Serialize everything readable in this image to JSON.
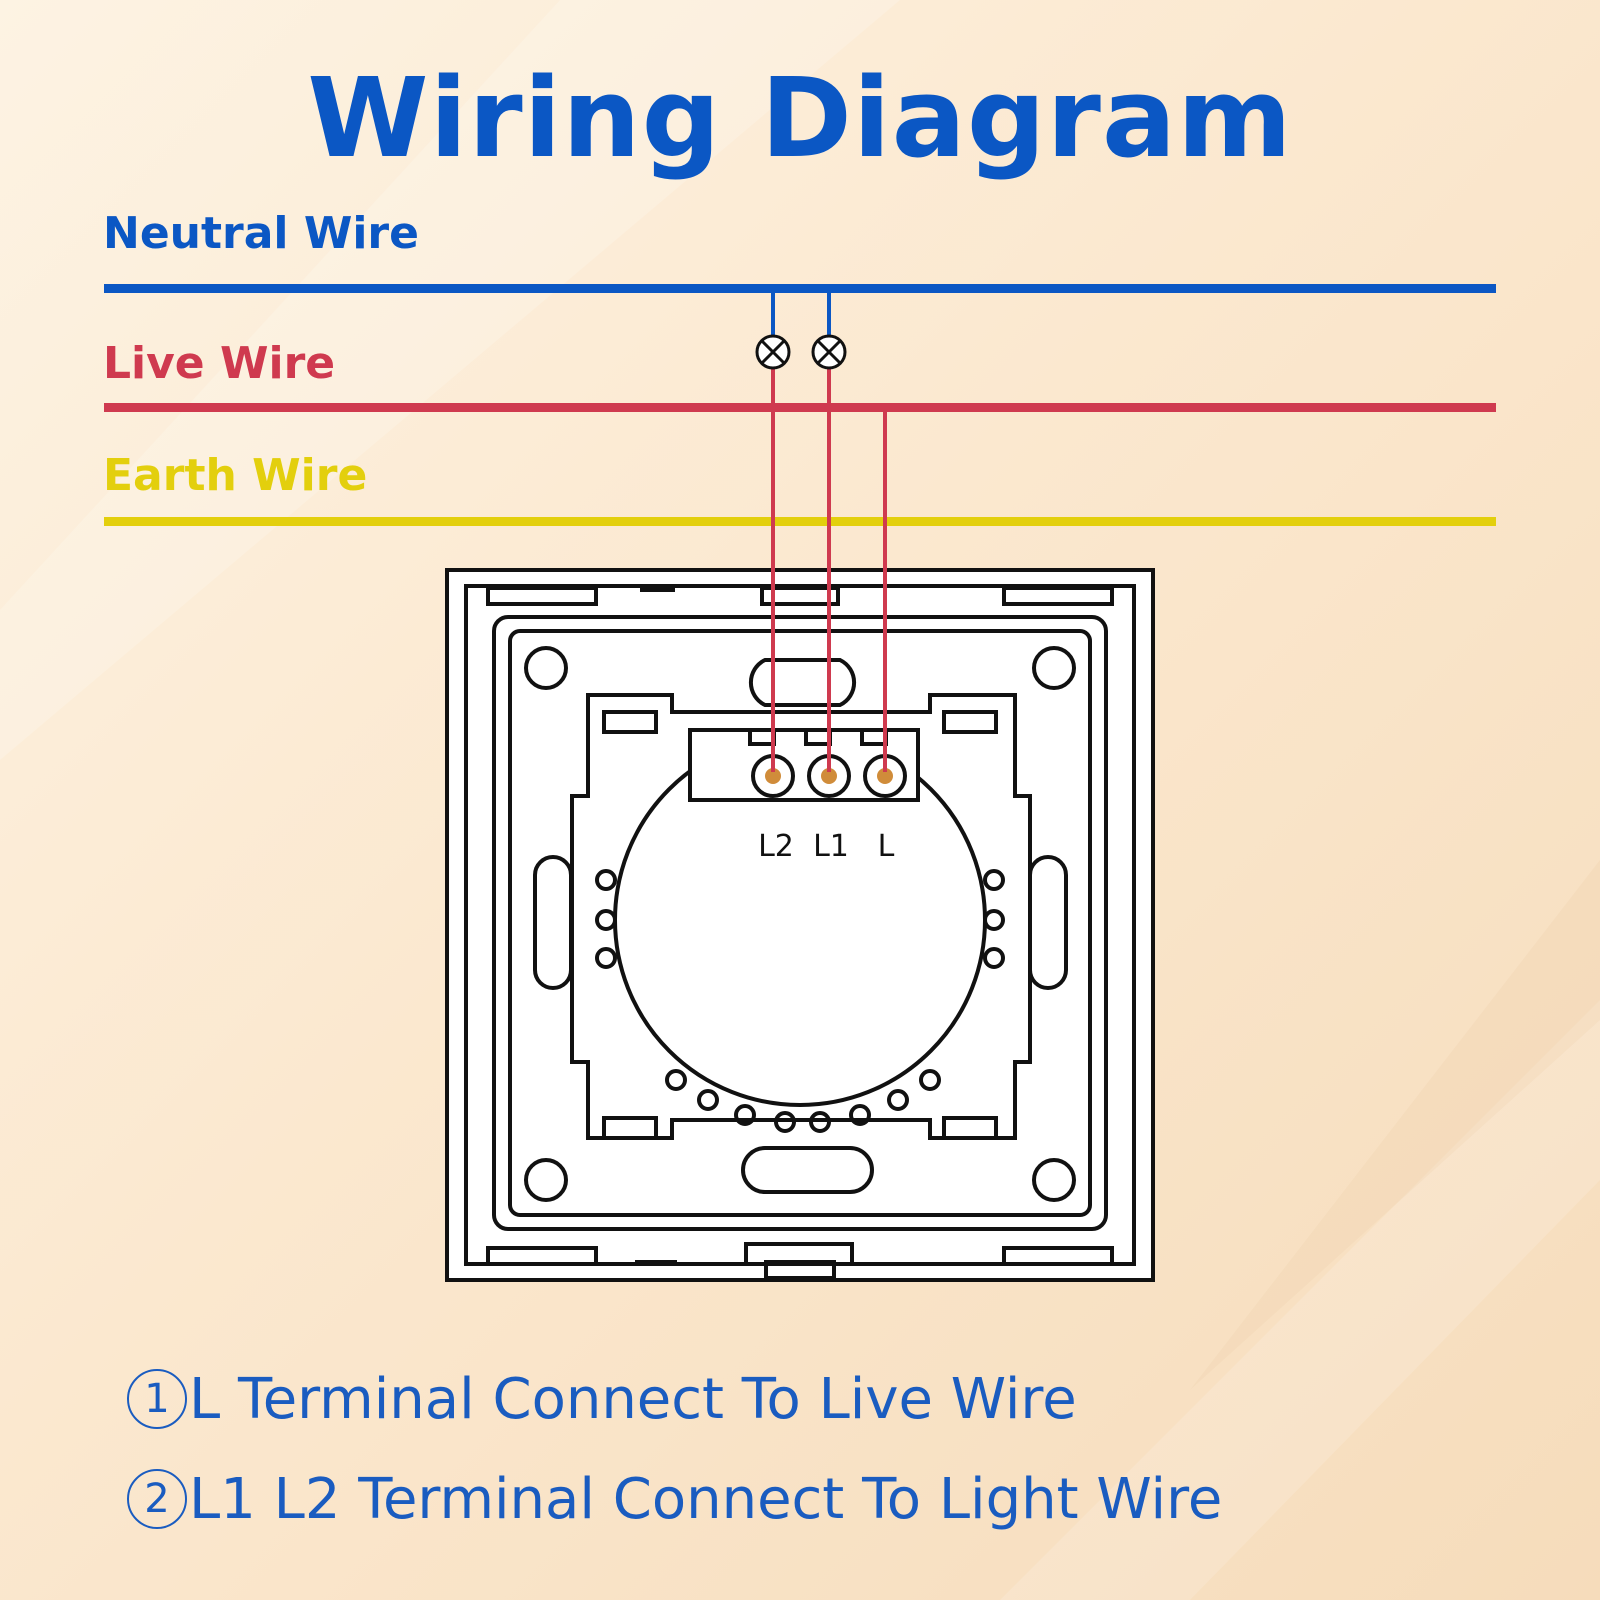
{
  "title": "Wiring Diagram",
  "wires": {
    "neutral": {
      "label": "Neutral Wire",
      "color": "#0b57c4"
    },
    "live": {
      "label": "Live Wire",
      "color": "#cf3a4f"
    },
    "earth": {
      "label": "Earth Wire",
      "color": "#e3cf0d"
    }
  },
  "terminals": {
    "l2": "L2",
    "l1": "L1",
    "l": "L"
  },
  "notes": [
    {
      "number": "1",
      "text": "L Terminal Connect To Live Wire"
    },
    {
      "number": "2",
      "text": "L1 L2 Terminal Connect To Light Wire"
    }
  ]
}
